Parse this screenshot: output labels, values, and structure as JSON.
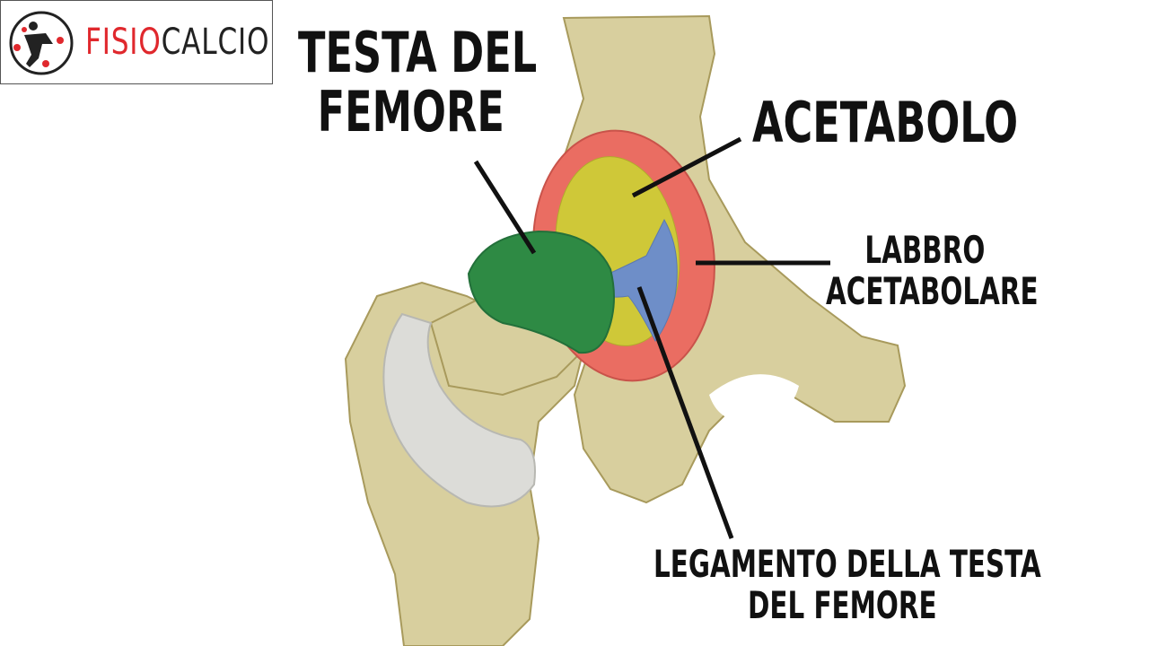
{
  "logo": {
    "part1": "FISIO",
    "part2": "CALCIO",
    "brand_color": "#e0282d",
    "text_color": "#222222"
  },
  "labels": {
    "femoral_head": [
      "TESTA DEL",
      "FEMORE"
    ],
    "acetabulum": "ACETABOLO",
    "labrum": [
      "LABBRO",
      "ACETABOLARE"
    ],
    "ligament": [
      "LEGAMENTO DELLA TESTA",
      "DEL FEMORE"
    ]
  },
  "colors": {
    "bone": "#d8cf9e",
    "bone_shadow": "#a89a5c",
    "femoral_head": "#2e8a44",
    "acetabulum": "#cfc838",
    "labrum": "#ea6d62",
    "ligament": "#6e8ec8",
    "capsule": "#dcdcd8",
    "leader": "#111111"
  }
}
